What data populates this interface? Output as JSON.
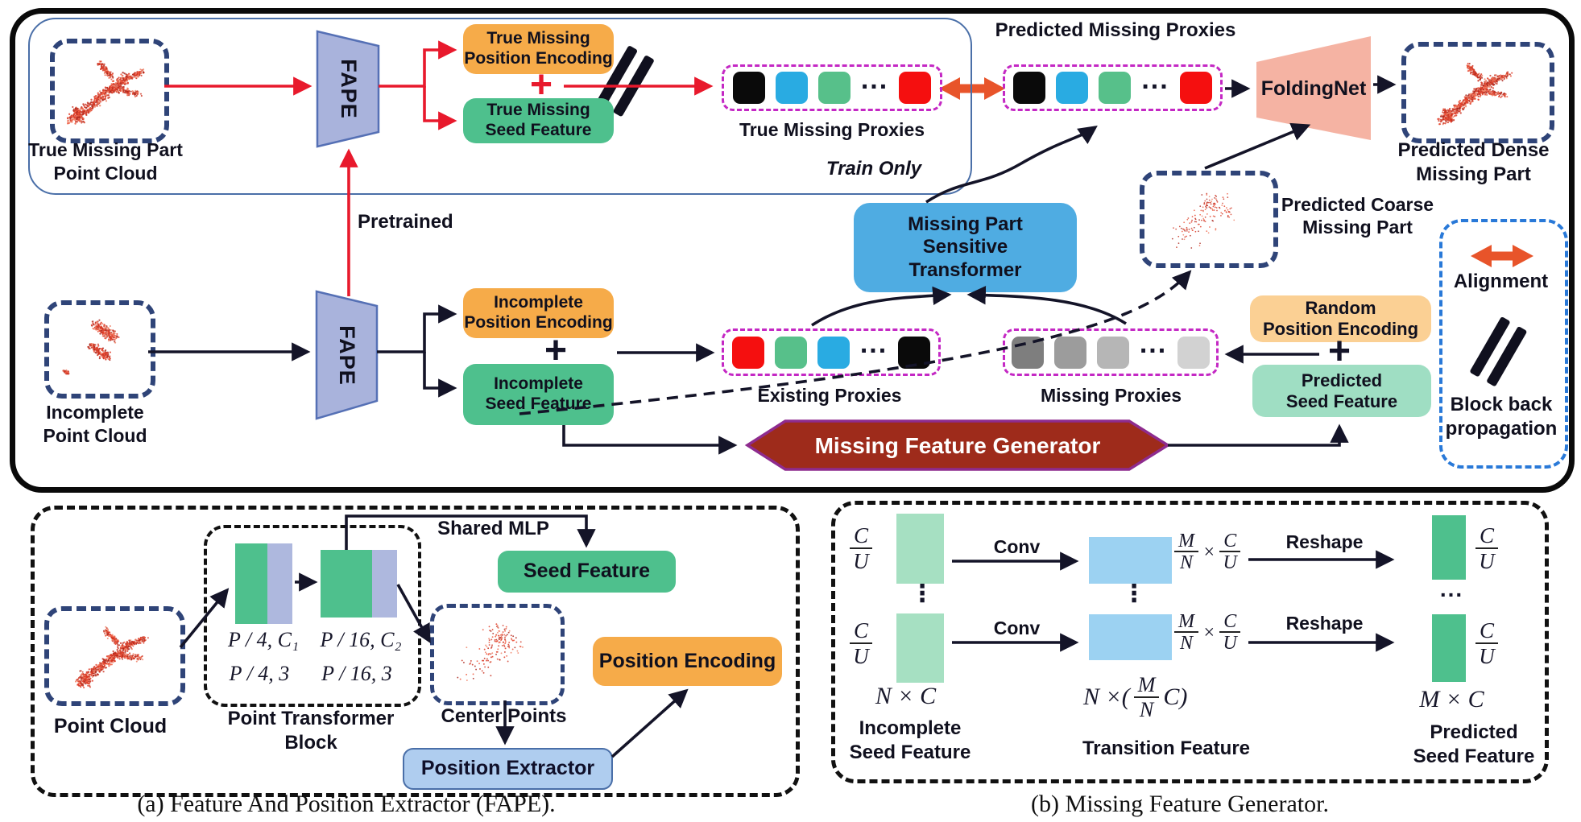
{
  "colors": {
    "accent_red": "#E8192C",
    "arrow_dark": "#141428",
    "orange_box": "#F6AB49",
    "orange_light": "#FBD094",
    "green_box": "#4EC08D",
    "green_light": "#9FDEC3",
    "green_pale": "#A6E0C2",
    "transformer_blue": "#4FACE2",
    "folding_salmon": "#F5B3A3",
    "hex_fill": "#9E2B1B",
    "hex_border": "#8E2B8E",
    "magenta_dash": "#C428C4",
    "navy_dash": "#2F4478",
    "legend_blue": "#2979D8",
    "align_orange": "#E8542A",
    "fape_fill": "#A9B3DC",
    "fape_border": "#5570B5",
    "extractor_fill": "#AFCDEF",
    "blue_rect": "#9CD2F2"
  },
  "top": {
    "true_missing_pc": [
      "True Missing Part",
      "Point Cloud"
    ],
    "incomplete_pc": [
      "Incomplete",
      "Point Cloud"
    ],
    "fape": "FAPE",
    "pretrained": "Pretrained",
    "true_pos_enc": [
      "True Missing",
      "Position Encoding"
    ],
    "true_seed": [
      "True Missing",
      "Seed Feature"
    ],
    "inc_pos_enc": [
      "Incomplete",
      "Position Encoding"
    ],
    "inc_seed": [
      "Incomplete",
      "Seed Feature"
    ],
    "plus": "+",
    "true_proxies_label": "True Missing Proxies",
    "train_only": "Train Only",
    "pred_proxies_title": "Predicted Missing Proxies",
    "existing_label": "Existing Proxies",
    "missing_label": "Missing Proxies",
    "transformer": [
      "Missing Part",
      "Sensitive",
      "Transformer"
    ],
    "foldingnet": "FoldingNet",
    "pred_dense": [
      "Predicted Dense",
      "Missing Part"
    ],
    "pred_coarse": [
      "Predicted Coarse",
      "Missing Part"
    ],
    "random_pos_enc": [
      "Random",
      "Position Encoding"
    ],
    "pred_seed": [
      "Predicted",
      "Seed Feature"
    ],
    "generator": "Missing Feature Generator",
    "legend": {
      "alignment": "Alignment",
      "block_back": [
        "Block back",
        "propagation"
      ]
    },
    "proxies": {
      "true": [
        "#0A0A0A",
        "#29ABE2",
        "#57C08A",
        "dots",
        "#F50F0F"
      ],
      "predicted": [
        "#0A0A0A",
        "#29ABE2",
        "#57C08A",
        "dots",
        "#F50F0F"
      ],
      "existing": [
        "#F50F0F",
        "#57C08A",
        "#29ABE2",
        "dots",
        "#0A0A0A"
      ],
      "missing": [
        "#7E7E7E",
        "#9C9C9C",
        "#B6B6B6",
        "dots",
        "#D2D2D2"
      ]
    }
  },
  "panel_a": {
    "point_cloud": "Point Cloud",
    "pt_block": [
      "Point Transformer",
      "Block"
    ],
    "shared_mlp": "Shared MLP",
    "seed_feature": "Seed Feature",
    "center_points": "Center Points",
    "position_extractor": "Position Extractor",
    "position_encoding": "Position Encoding",
    "math": {
      "b1_top": "P / 4, C₁",
      "b1_bot": "P / 4,  3",
      "b2_top": "P / 16, C₂",
      "b2_bot": "P / 16,  3"
    }
  },
  "panel_b": {
    "conv": "Conv",
    "reshape": "Reshape",
    "incomplete_seed": [
      "Incomplete",
      "Seed Feature"
    ],
    "transition": "Transition Feature",
    "predicted_seed": [
      "Predicted",
      "Seed Feature"
    ],
    "math": {
      "c": "C",
      "u": "U",
      "m": "M",
      "n": "N",
      "times": "×",
      "nxc": "N × C",
      "mxc": "M × C",
      "nx_open": "N ×(",
      "c_close": "C)",
      "vdots": "⋮",
      "hdots": "..."
    }
  },
  "captions": {
    "a": "(a) Feature And Position Extractor (FAPE).",
    "b": "(b) Missing Feature Generator."
  }
}
